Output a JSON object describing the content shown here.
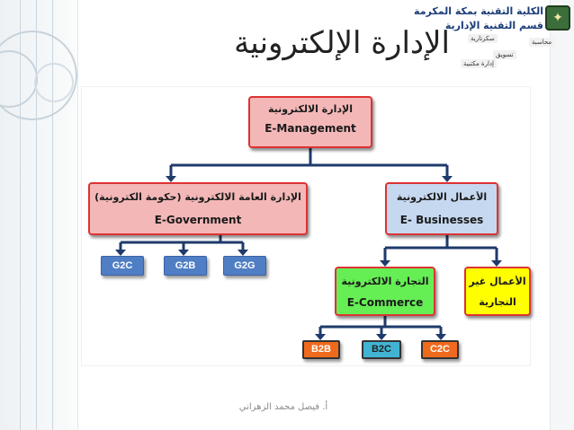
{
  "slide": {
    "title": "الإدارة الإلكترونية",
    "footer": "أ. فيصل محمد الزهراني"
  },
  "logo": {
    "line1": "الكلية التقنية بمكة المكرمة",
    "line2": "قسم التقنية الإدارية",
    "menu": [
      "محاسبة",
      "تسويق",
      "إدارة مكتبية",
      "سكرتارية"
    ]
  },
  "diagram": {
    "root": {
      "ar": "الإدارة الالكترونية",
      "en": "E-Management"
    },
    "government": {
      "ar": "الإدارة العامة الالكترونية (حكومة الكترونية)",
      "en": "E-Government"
    },
    "business": {
      "ar": "الأعمال الالكترونية",
      "en": "E- Businesses"
    },
    "commerce": {
      "ar": "التجارة الالكترونية",
      "en": "E-Commerce"
    },
    "noncommercial": {
      "ar1": "الأعمال غير",
      "ar2": "التجارية"
    },
    "gov_tags": [
      "G2C",
      "G2B",
      "G2G"
    ],
    "commerce_tags": [
      "B2B",
      "B2C",
      "C2C"
    ]
  },
  "colors": {
    "connector": "#1f3a6b",
    "box_border": "#dd3333",
    "tag_blue": "#4f7ec4",
    "tag_orange": "#f06a1d",
    "tag_teal": "#42b4d3",
    "commerce_green": "#66ee55",
    "noncommercial_yellow": "#ffff00"
  }
}
